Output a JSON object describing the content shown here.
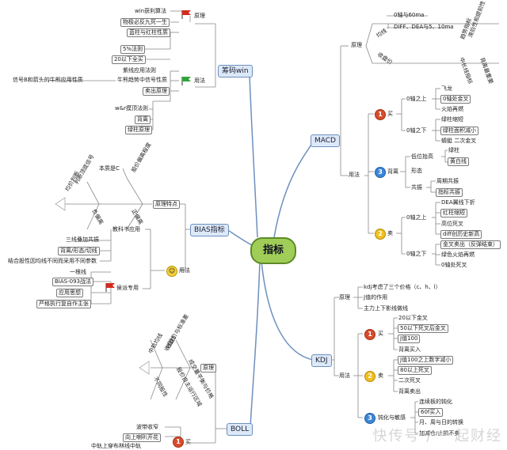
{
  "center": "指标",
  "branches": {
    "win": "筹码win",
    "macd": "MACD",
    "bias": "BIAS指标",
    "kdj": "KDJ",
    "boll": "BOLL"
  },
  "win": {
    "principle": "原理",
    "usage": "用法",
    "p1": "win获利算法",
    "p2": "物极必反九死一生",
    "p3": "蓝柱与红柱性质",
    "rule5": "5%法则",
    "rule20": "20以下全买",
    "u1": "紫线应用法则",
    "u2": "牛熊趋势中信号性质",
    "u2_left": "信号B和箭头的牛熊应用性质",
    "u3": "卖出原理",
    "s1": "w&r摸顶法则",
    "s2": "背离",
    "s3": "绿柱原理"
  },
  "macd": {
    "principle": "原理",
    "usage": "用法",
    "axis": "0轴与60ma",
    "diff": "DIFF、DEA与5、10ma",
    "vt1": "均线",
    "vt2": "收盘价",
    "vt3": "趋势指标",
    "vt4": "滞后性和提前性",
    "vt5": "中长线指标",
    "vt6": "背离最重要",
    "buy": "买",
    "shape": "形态",
    "sell": "卖",
    "above0_buy": "0轴之上",
    "below0_buy": "0轴之下",
    "b1": "飞龙",
    "b2": "0轴处金叉",
    "b3": "火焰再燃",
    "b4": "绿柱缩短",
    "b5": "绿柱面积减小",
    "b6": "蜻蜓 二次金叉",
    "mid": "背离",
    "low_raise": "低位抬高",
    "green": "绿柱",
    "yellow": "黄白线",
    "resonance": "共振",
    "r1": "周期共振",
    "r2": "指标共振",
    "above0_sell": "0轴之上",
    "below0_sell": "0轴之下",
    "s1": "DEA翼线下折",
    "s2": "红柱缩短",
    "s3": "高位死叉",
    "s4": "diff创历史新高",
    "s5": "金叉卖出（反弹结束）",
    "s6": "绿色火焰再燃",
    "s7": "0轴处死叉"
  },
  "bias": {
    "principle": "原理特点",
    "usage": "用法",
    "textbook": "教科书应用",
    "secret": "侯派专用",
    "essence": "本质是C",
    "vt1": "股价偏离程度",
    "vt2": "判断顶底信号",
    "vt3": "均价判断",
    "vt4": "负偏离",
    "vt5": "正偏离",
    "t1": "三线叠加共振",
    "t2": "背离/形态/切线",
    "t3": "结合股性因均线不同而采用不同参数",
    "k1": "一根线",
    "k2": "BIAS-093战法",
    "k3": "应用思想",
    "k4": "严格执行复自作主张"
  },
  "kdj": {
    "principle": "原理",
    "usage": "用法",
    "p1": "kdj考虑了三个价格（c、h、l）",
    "p2": "J值的作用",
    "p3": "主力上下影线做线",
    "buy": "买",
    "sell": "卖",
    "blunt": "钝化与敏感",
    "b1": "20以下金叉",
    "b2": "50以下死叉后金叉",
    "b3": "J值100",
    "b4": "背离买入",
    "s1": "J值100之上数字减小",
    "s2": "80以上死叉",
    "s3": "二次死叉",
    "s4": "背离卖出",
    "d1": "连续板的钝化",
    "d2": "60f买入",
    "d3": "月、周与日的转换",
    "d4": "加减仓/止损不卖"
  },
  "boll": {
    "principle": "原理",
    "vt1": "收盘价与标准差",
    "vt2": "中轨均线",
    "vt3": "收盘线",
    "vt4": "不同股性",
    "vt5": "股价自主运行区域",
    "vt6": "成交量平衡与价格",
    "c1": "波带收窄",
    "c2": "向上喇叭开花",
    "c3": "中轨上穿布林线中轨",
    "buy": "买"
  },
  "watermark": "快传号 / 一起财经",
  "colors": {
    "center_fill": "#9fcd58",
    "main_fill": "#dce9f8",
    "line_main": "#5a7ab0",
    "badge_red": "#d84c2c",
    "badge_blue": "#3d86d8",
    "badge_yellow": "#f0c020"
  }
}
